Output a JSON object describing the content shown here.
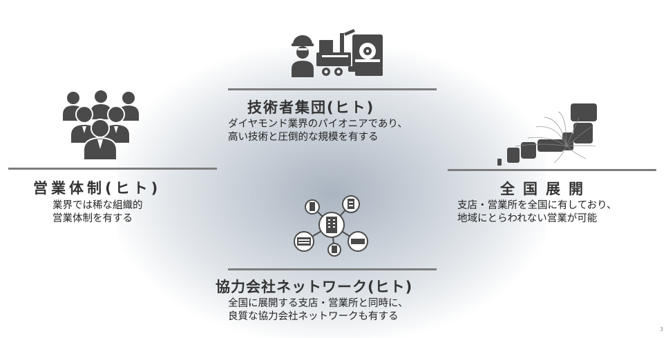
{
  "top": {
    "title": "技術者集団(ヒト)",
    "lines": [
      "ダイヤモンド業界のパイオニアであり、",
      "高い技術と圧倒的な規模を有する"
    ]
  },
  "left": {
    "title": "営業体制(ヒト)",
    "lines": [
      "業界では稀な組織的",
      "営業体制を有する"
    ]
  },
  "right": {
    "title": "全国展開",
    "lines": [
      "支店・営業所を全国に有しており、",
      "地域にとらわれない営業が可能"
    ]
  },
  "bottom": {
    "title": "協力会社ネットワーク(ヒト)",
    "lines": [
      "全国に展開する支店・営業所と同時に、",
      "良質な協力会社ネットワークも有する"
    ]
  },
  "page_number": "3",
  "icons": {
    "top": "engineer-machine-icon",
    "left": "business-team-icon",
    "right": "japan-map-icon",
    "bottom": "network-hub-icon"
  },
  "colors": {
    "rule": "#7c7c7c",
    "icon": "#4a4a4a",
    "glow": "#aab4c0"
  }
}
